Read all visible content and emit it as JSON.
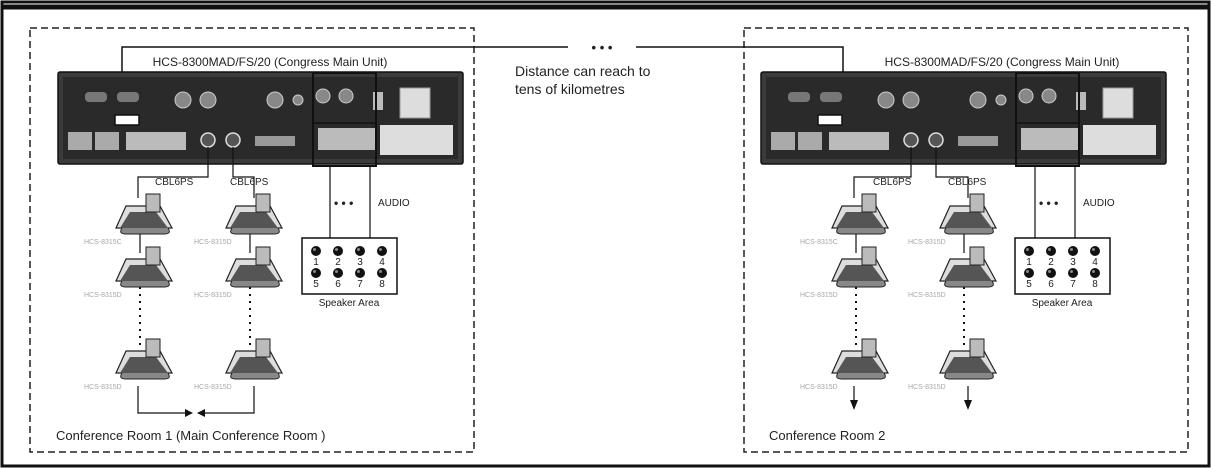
{
  "rooms": [
    {
      "title": "Conference Room 1 (Main Conference Room )",
      "unit_label": "HCS-8300MAD/FS/20  (Congress Main Unit)",
      "cable_labels": [
        "CBL6PS",
        "CBL6PS"
      ],
      "audio_label": "AUDIO",
      "speaker_area_label": "Speaker Area",
      "speaker_numbers": [
        "1",
        "2",
        "3",
        "4",
        "5",
        "6",
        "7",
        "8"
      ],
      "mic_labels_col1": [
        "HCS-8315C",
        "HCS-8315D",
        "HCS-8315D"
      ],
      "mic_labels_col2": [
        "HCS-8315D",
        "HCS-8315D",
        "HCS-8315D"
      ]
    },
    {
      "title": "Conference Room 2",
      "unit_label": "HCS-8300MAD/FS/20  (Congress Main Unit)",
      "cable_labels": [
        "CBL6PS",
        "CBL6PS"
      ],
      "audio_label": "AUDIO",
      "speaker_area_label": "Speaker Area",
      "speaker_numbers": [
        "1",
        "2",
        "3",
        "4",
        "5",
        "6",
        "7",
        "8"
      ],
      "mic_labels_col1": [
        "HCS-8315C",
        "HCS-8315D",
        "HCS-8315D"
      ],
      "mic_labels_col2": [
        "HCS-8315D",
        "HCS-8315D",
        "HCS-8315D"
      ]
    }
  ],
  "link": {
    "dots": "• • •",
    "distance_line1": "Distance can reach to",
    "distance_line2": "tens of kilometres"
  },
  "ellipsis": "• • •"
}
